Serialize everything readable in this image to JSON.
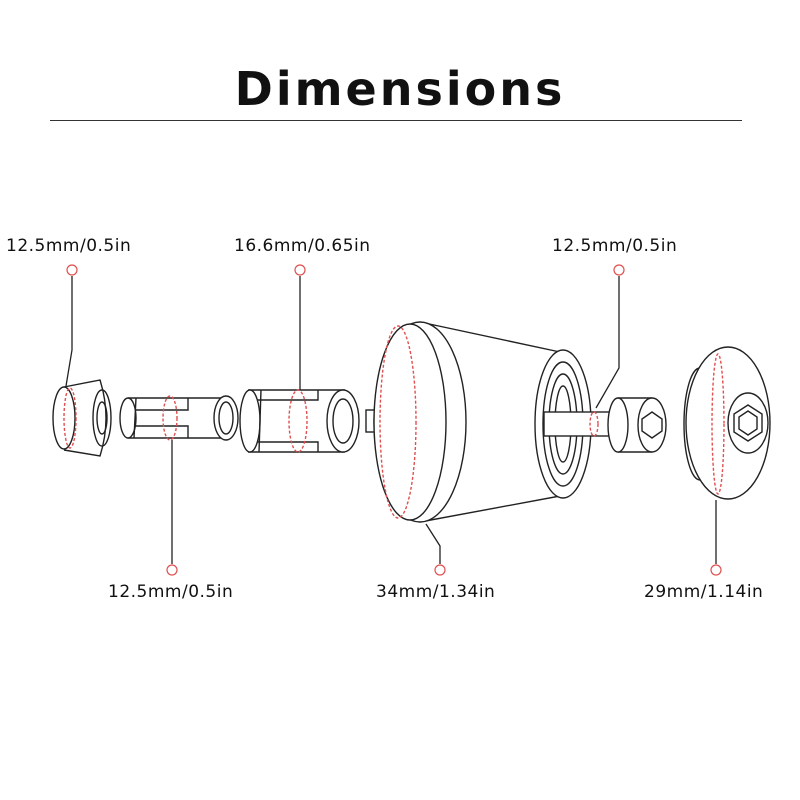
{
  "title": "Dimensions",
  "labels": {
    "tip_top": "12.5mm/0.5in",
    "sleeve_top": "16.6mm/0.65in",
    "bolt_top": "12.5mm/0.5in",
    "sleeve_bottom": "12.5mm/0.5in",
    "body_bottom": "34mm/1.34in",
    "cap_bottom": "29mm/1.14in"
  },
  "colors": {
    "line": "#222222",
    "accent": "#e05050"
  }
}
